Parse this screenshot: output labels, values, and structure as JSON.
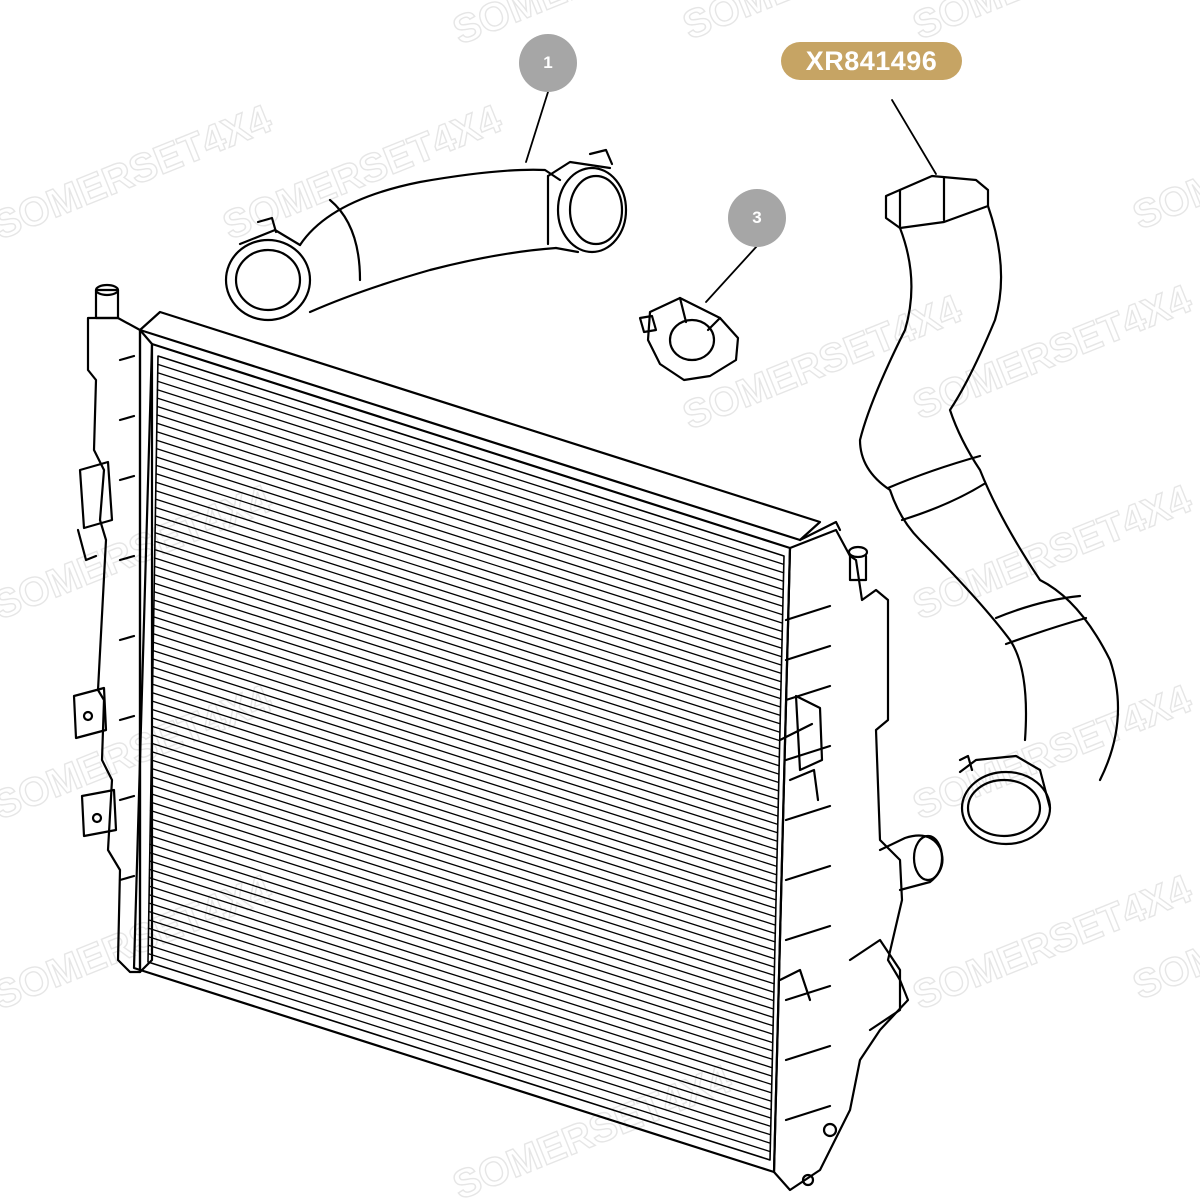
{
  "callouts": [
    {
      "label": "1"
    },
    {
      "label": "3"
    }
  ],
  "part_badge": {
    "label": "XR841496",
    "color": "#c6a464"
  },
  "watermark": {
    "text": "SOMERSET4X4"
  },
  "colors": {
    "callout_fill": "#a6a6a6",
    "line": "#000000"
  },
  "icons": {
    "main": "intercooler-radiator-icon",
    "hose_top": "intake-hose-icon",
    "hose_right": "outlet-hose-icon",
    "clamp": "hose-clamp-icon"
  }
}
